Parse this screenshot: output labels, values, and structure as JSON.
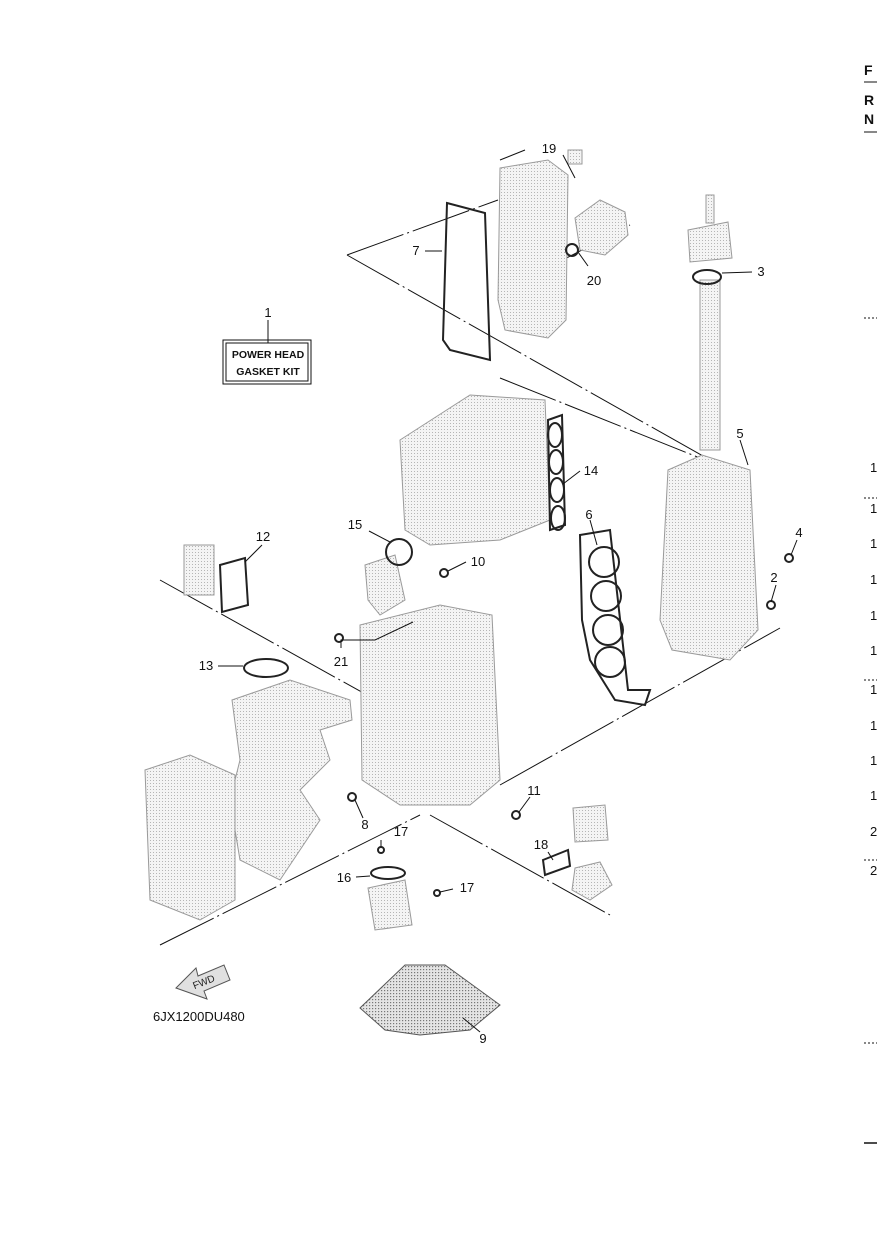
{
  "diagram": {
    "kit_label_line1": "POWER HEAD",
    "kit_label_line2": "GASKET KIT",
    "figure_code": "6JX1200DU480",
    "fwd_label": "FWD",
    "callouts": [
      "1",
      "2",
      "3",
      "4",
      "5",
      "6",
      "7",
      "8",
      "9",
      "10",
      "11",
      "12",
      "13",
      "14",
      "15",
      "16",
      "17",
      "17",
      "18",
      "19",
      "20",
      "21"
    ]
  },
  "right_edge": {
    "header_letters": [
      "F",
      "R",
      "N"
    ],
    "row_fragments": [
      "1",
      "1",
      "1",
      "1",
      "1",
      "1",
      "1",
      "1",
      "1",
      "1",
      "2",
      "2"
    ]
  }
}
